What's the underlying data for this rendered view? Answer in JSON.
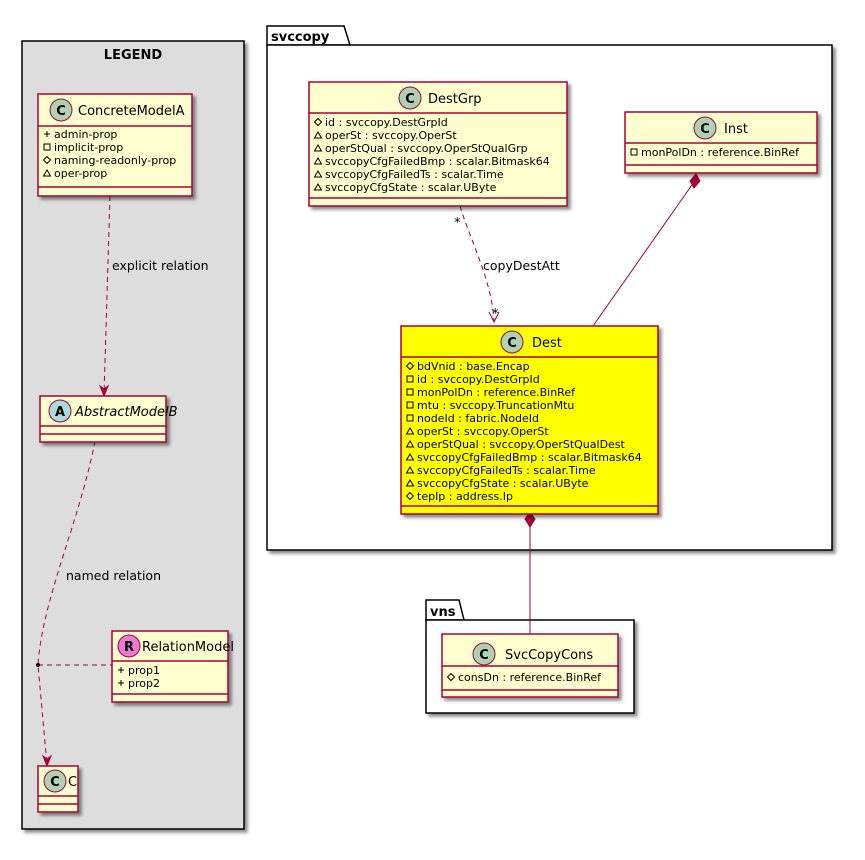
{
  "legend": {
    "title": "LEGEND",
    "concrete": {
      "name": "ConcreteModelA",
      "stereo_letter": "C",
      "props": [
        {
          "vis": "+",
          "text": "admin-prop"
        },
        {
          "vis": "-",
          "text": "implicit-prop"
        },
        {
          "vis": "#",
          "text": "naming-readonly-prop"
        },
        {
          "vis": "~",
          "text": "oper-prop"
        }
      ]
    },
    "abstract": {
      "name": "AbstractModelB",
      "stereo_letter": "A"
    },
    "relation_model": {
      "name": "RelationModel",
      "stereo_letter": "R",
      "props": [
        {
          "vis": "+",
          "text": "prop1"
        },
        {
          "vis": "+",
          "text": "prop2"
        }
      ]
    },
    "c_class": {
      "name": "C",
      "stereo_letter": "C"
    },
    "explicit_label": "explicit relation",
    "named_label": "named relation"
  },
  "packages": {
    "svccopy": "svccopy",
    "vns": "vns"
  },
  "classes": {
    "destgrp": {
      "name": "DestGrp",
      "stereo_letter": "C",
      "props": [
        {
          "vis": "#",
          "text": "id : svccopy.DestGrpId"
        },
        {
          "vis": "~",
          "text": "operSt : svccopy.OperSt"
        },
        {
          "vis": "~",
          "text": "operStQual : svccopy.OperStQualGrp"
        },
        {
          "vis": "~",
          "text": "svccopyCfgFailedBmp : scalar.Bitmask64"
        },
        {
          "vis": "~",
          "text": "svccopyCfgFailedTs : scalar.Time"
        },
        {
          "vis": "~",
          "text": "svccopyCfgState : scalar.UByte"
        }
      ]
    },
    "inst": {
      "name": "Inst",
      "stereo_letter": "C",
      "props": [
        {
          "vis": "-",
          "text": "monPolDn : reference.BinRef"
        }
      ]
    },
    "dest": {
      "name": "Dest",
      "stereo_letter": "C",
      "props": [
        {
          "vis": "#",
          "text": "bdVnid : base.Encap"
        },
        {
          "vis": "-",
          "text": "id : svccopy.DestGrpId"
        },
        {
          "vis": "-",
          "text": "monPolDn : reference.BinRef"
        },
        {
          "vis": "-",
          "text": "mtu : svccopy.TruncationMtu"
        },
        {
          "vis": "-",
          "text": "nodeId : fabric.NodeId"
        },
        {
          "vis": "~",
          "text": "operSt : svccopy.OperSt"
        },
        {
          "vis": "~",
          "text": "operStQual : svccopy.OperStQualDest"
        },
        {
          "vis": "~",
          "text": "svccopyCfgFailedBmp : scalar.Bitmask64"
        },
        {
          "vis": "~",
          "text": "svccopyCfgFailedTs : scalar.Time"
        },
        {
          "vis": "~",
          "text": "svccopyCfgState : scalar.UByte"
        },
        {
          "vis": "#",
          "text": "tepIp : address.Ip"
        }
      ]
    },
    "svccopycons": {
      "name": "SvcCopyCons",
      "stereo_letter": "C",
      "props": [
        {
          "vis": "#",
          "text": "consDn : reference.BinRef"
        }
      ]
    }
  },
  "relations": {
    "copy_dest_att": {
      "label": "copyDestAtt",
      "src_mult": "*",
      "dst_mult": "*"
    }
  },
  "colors": {
    "class_fill": "#FEFECE",
    "class_border": "#A80036",
    "highlight_fill": "#FFFF00",
    "legend_fill": "#DDDDDD",
    "circle_c": "#ADD1B2",
    "circle_a": "#A9DCDF",
    "circle_r": "#E87AD3"
  }
}
